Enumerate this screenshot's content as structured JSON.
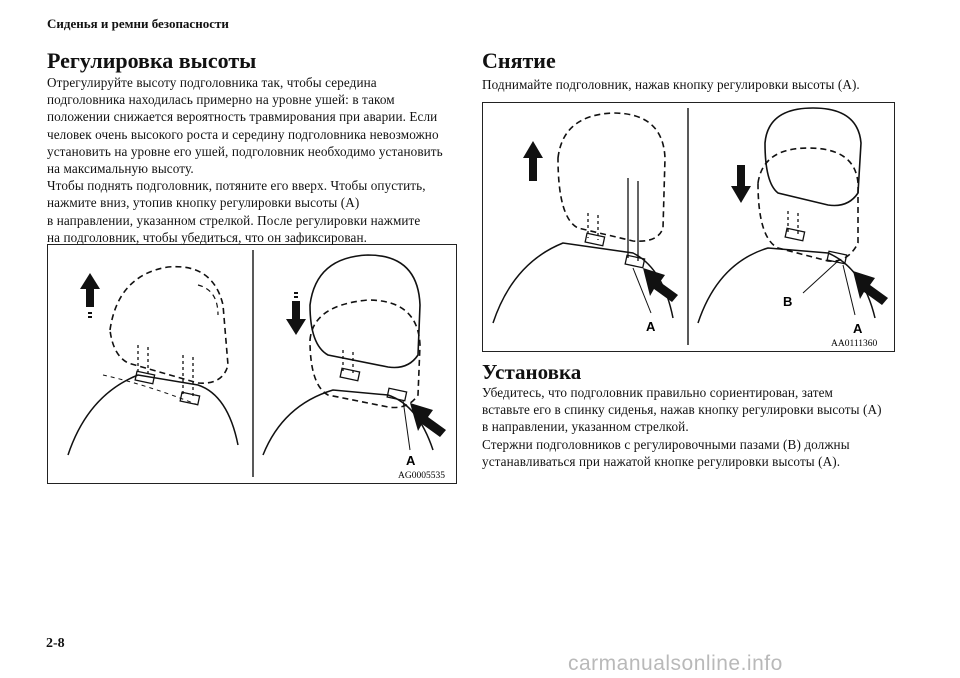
{
  "running_head": "Сиденья и ремни безопасности",
  "height_adjust": {
    "title": "Регулировка высоты",
    "lines": [
      "Отрегулируйте высоту подголовника так, чтобы середина",
      "подголовника находилась примерно на уровне ушей: в таком",
      "положении снижается вероятность травмирования при аварии. Если",
      "человек очень высокого роста и середину подголовника невозможно",
      "установить на уровне его ушей, подголовник необходимо установить",
      "на максимальную высоту.",
      "Чтобы поднять подголовник, потяните его вверх. Чтобы опустить,",
      "нажмите вниз, утопив кнопку регулировки высоты (A)",
      "в направлении, указанном стрелкой. После регулировки нажмите",
      "на подголовник, чтобы убедиться, что он зафиксирован."
    ],
    "figure": {
      "code": "AG0005535",
      "label_a": "A"
    }
  },
  "removal": {
    "title": "Снятие",
    "lines": [
      "Поднимайте подголовник, нажав кнопку регулировки высоты (A)."
    ],
    "figure": {
      "code": "AA0111360",
      "label_a_left": "A",
      "label_a_right": "A",
      "label_b": "B"
    }
  },
  "installation": {
    "title": "Установка",
    "lines": [
      "Убедитесь, что подголовник правильно сориентирован, затем",
      "вставьте его в спинку сиденья, нажав кнопку регулировки высоты (A)",
      "в направлении, указанном стрелкой.",
      "Стержни подголовников с регулировочными пазами (B) должны",
      "устанавливаться при нажатой кнопке регулировки высоты (A)."
    ]
  },
  "page_number": "2-8",
  "watermark": "carmanualsonline.info"
}
